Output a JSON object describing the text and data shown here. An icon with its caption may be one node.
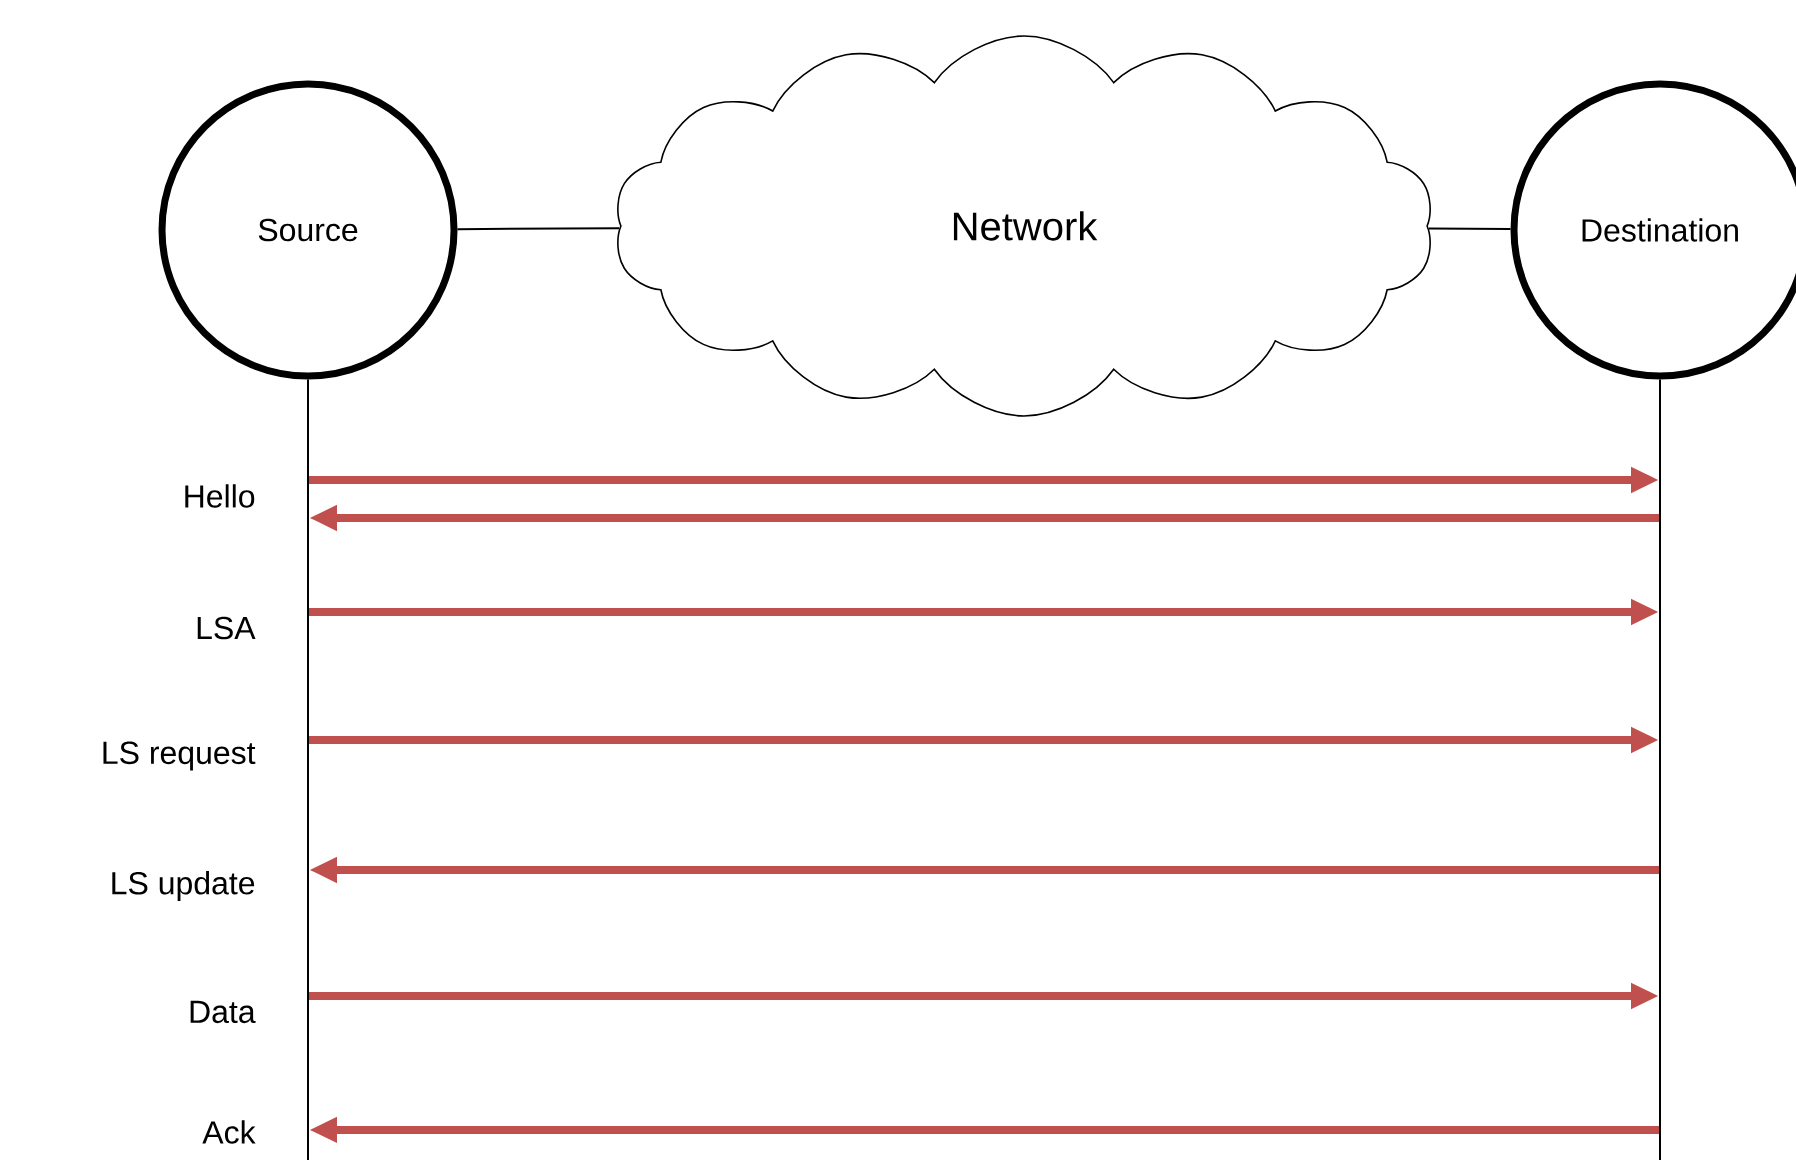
{
  "diagram": {
    "nodes": [
      {
        "text": [
          "Source"
        ]
      },
      {
        "text": [
          "Network"
        ]
      },
      {
        "text": [
          "Destination"
        ]
      }
    ],
    "edges": [
      {
        "from": 0,
        "to": 1,
        "arrow": "none",
        "color": "#000000"
      },
      {
        "from": 1,
        "to": 2,
        "arrow": "none",
        "color": "#000000"
      },
      {
        "from": 0,
        "to": 2,
        "arrow": "to",
        "label": "Hello"
      },
      {
        "from": 2,
        "to": 0,
        "arrow": "to"
      },
      {
        "from": 0,
        "to": 2,
        "arrow": "to",
        "label": "LSA"
      },
      {
        "from": 0,
        "to": 2,
        "arrow": "to",
        "label": "LS request"
      },
      {
        "from": 2,
        "to": 0,
        "arrow": "to",
        "label": "LS update"
      },
      {
        "from": 0,
        "to": 2,
        "arrow": "to",
        "label": "Data"
      },
      {
        "from": 2,
        "to": 0,
        "arrow": "to",
        "label": "Ack"
      }
    ]
  }
}
